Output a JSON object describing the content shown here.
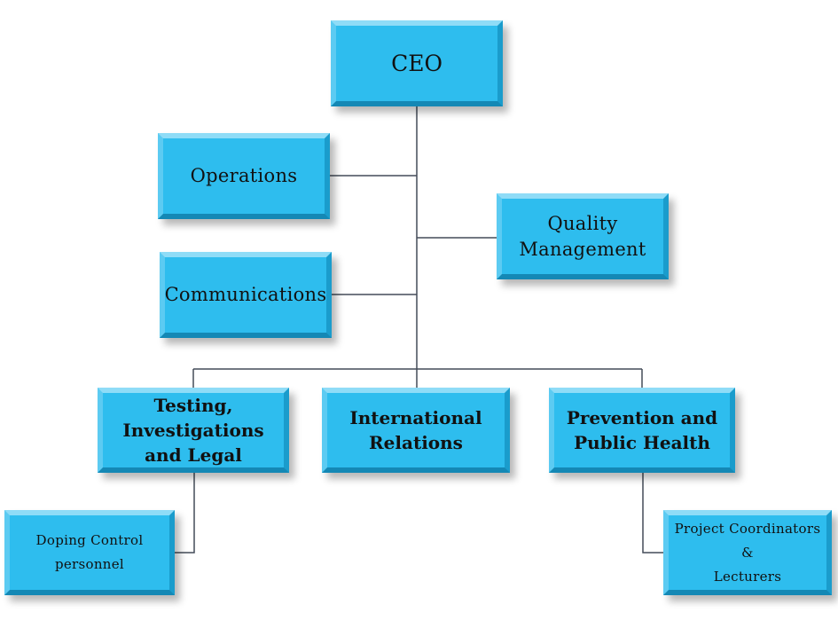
{
  "nodes": {
    "ceo": {
      "label": "CEO"
    },
    "operations": {
      "label": "Operations"
    },
    "quality_management": {
      "line1": "Quality",
      "line2": "Management"
    },
    "communications": {
      "label": "Communications"
    },
    "testing": {
      "line1": "Testing,",
      "line2": "Investigations",
      "line3": "and Legal"
    },
    "international_relations": {
      "line1": "International",
      "line2": "Relations"
    },
    "prevention": {
      "line1": "Prevention and",
      "line2": "Public Health"
    },
    "doping_control": {
      "line1": "Doping Control",
      "line2": "personnel"
    },
    "project_coordinators": {
      "line1": "Project Coordinators",
      "line2": "&",
      "line3": "Lecturers"
    }
  },
  "colors": {
    "box_fill": "#2ebdee",
    "connector": "#444c58"
  }
}
